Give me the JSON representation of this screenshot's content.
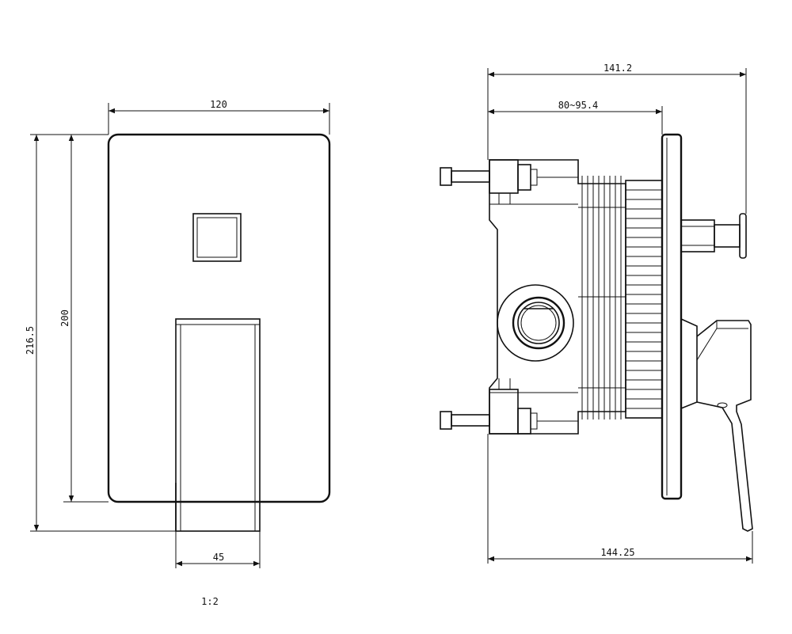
{
  "front_view": {
    "dim_width": "120",
    "dim_plate_height": "200",
    "dim_total_height": "216.5",
    "dim_lever_width": "45"
  },
  "side_view": {
    "dim_overall_top": "141.2",
    "dim_depth_range": "80~95.4",
    "dim_overall_bottom": "144.25"
  },
  "scale": "1:2"
}
